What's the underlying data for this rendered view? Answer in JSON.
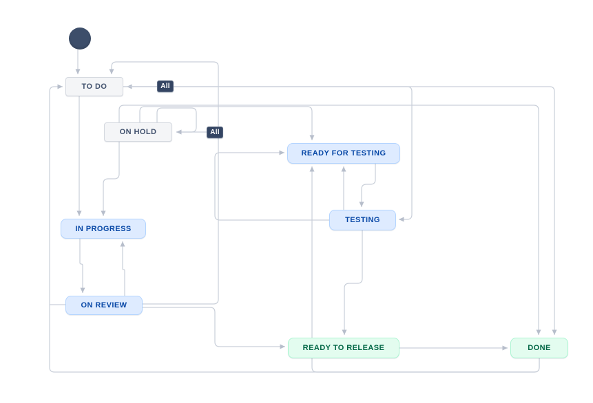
{
  "diagram": {
    "type": "workflow",
    "statuses": [
      {
        "id": "todo",
        "label": "TO DO",
        "category": "gray"
      },
      {
        "id": "on-hold",
        "label": "ON HOLD",
        "category": "gray"
      },
      {
        "id": "ready-for-testing",
        "label": "READY FOR TESTING",
        "category": "blue"
      },
      {
        "id": "testing",
        "label": "TESTING",
        "category": "blue"
      },
      {
        "id": "in-progress",
        "label": "IN PROGRESS",
        "category": "blue"
      },
      {
        "id": "on-review",
        "label": "ON REVIEW",
        "category": "blue"
      },
      {
        "id": "ready-to-release",
        "label": "READY TO RELEASE",
        "category": "green"
      },
      {
        "id": "done",
        "label": "DONE",
        "category": "green"
      }
    ],
    "badges": [
      {
        "label": "All",
        "target": "todo"
      },
      {
        "label": "All",
        "target": "on-hold"
      }
    ],
    "start_node": {
      "type": "initial",
      "target": "todo"
    },
    "transitions": [
      {
        "from": "start",
        "to": "todo"
      },
      {
        "from": "all-statuses",
        "to": "todo",
        "badge": "All"
      },
      {
        "from": "all-statuses",
        "to": "on-hold",
        "badge": "All"
      },
      {
        "from": "todo",
        "to": "in-progress"
      },
      {
        "from": "on-hold",
        "to": "in-progress"
      },
      {
        "from": "in-progress",
        "to": "on-review"
      },
      {
        "from": "on-review",
        "to": "in-progress"
      },
      {
        "from": "on-review",
        "to": "todo"
      },
      {
        "from": "on-review",
        "to": "ready-to-release"
      },
      {
        "from": "testing",
        "to": "ready-for-testing"
      },
      {
        "from": "ready-for-testing",
        "to": "testing"
      },
      {
        "from": "testing",
        "to": "ready-for-testing"
      },
      {
        "from": "testing",
        "to": "ready-to-release"
      },
      {
        "from": "ready-to-release",
        "to": "done"
      },
      {
        "from": "todo",
        "to": "done"
      },
      {
        "from": "todo",
        "to": "testing"
      },
      {
        "from": "on-hold",
        "to": "done"
      },
      {
        "from": "on-hold",
        "to": "ready-for-testing"
      },
      {
        "from": "on-hold",
        "to": "on-hold"
      },
      {
        "from": "done",
        "to": "todo"
      },
      {
        "from": "on-review",
        "to": "done",
        "arrow": false
      },
      {
        "from": "done",
        "to": "ready-for-testing"
      }
    ],
    "colors": {
      "line": "#c9cfd9",
      "arrowhead": "#b7becb",
      "gray_bg": "#f4f5f7",
      "gray_border": "#d4d8df",
      "gray_text": "#42526e",
      "blue_bg": "#deebff",
      "blue_border": "#b3d4ff",
      "blue_text": "#0747a6",
      "green_bg": "#e3fcef",
      "green_border": "#abf5d1",
      "green_text": "#006644",
      "badge_bg": "#344563",
      "badge_text": "#ffffff",
      "start_node": "#3d4e6a",
      "background": "#ffffff"
    }
  }
}
